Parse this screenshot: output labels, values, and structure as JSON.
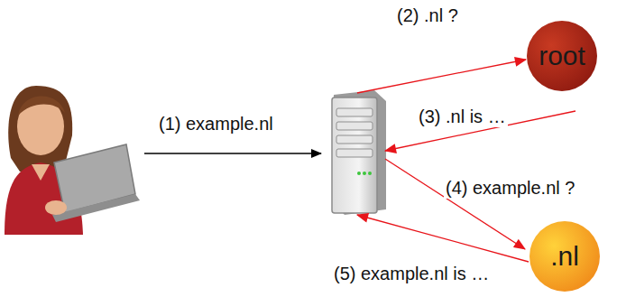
{
  "diagram": {
    "nodes": [
      {
        "text": [
          "root"
        ]
      },
      {
        "text": [
          ".nl"
        ]
      }
    ],
    "labels": [
      "(1) example.nl",
      "(2) .nl ?",
      "(3) .nl is …",
      "(4) example.nl ?",
      "(5) example.nl is …"
    ]
  }
}
